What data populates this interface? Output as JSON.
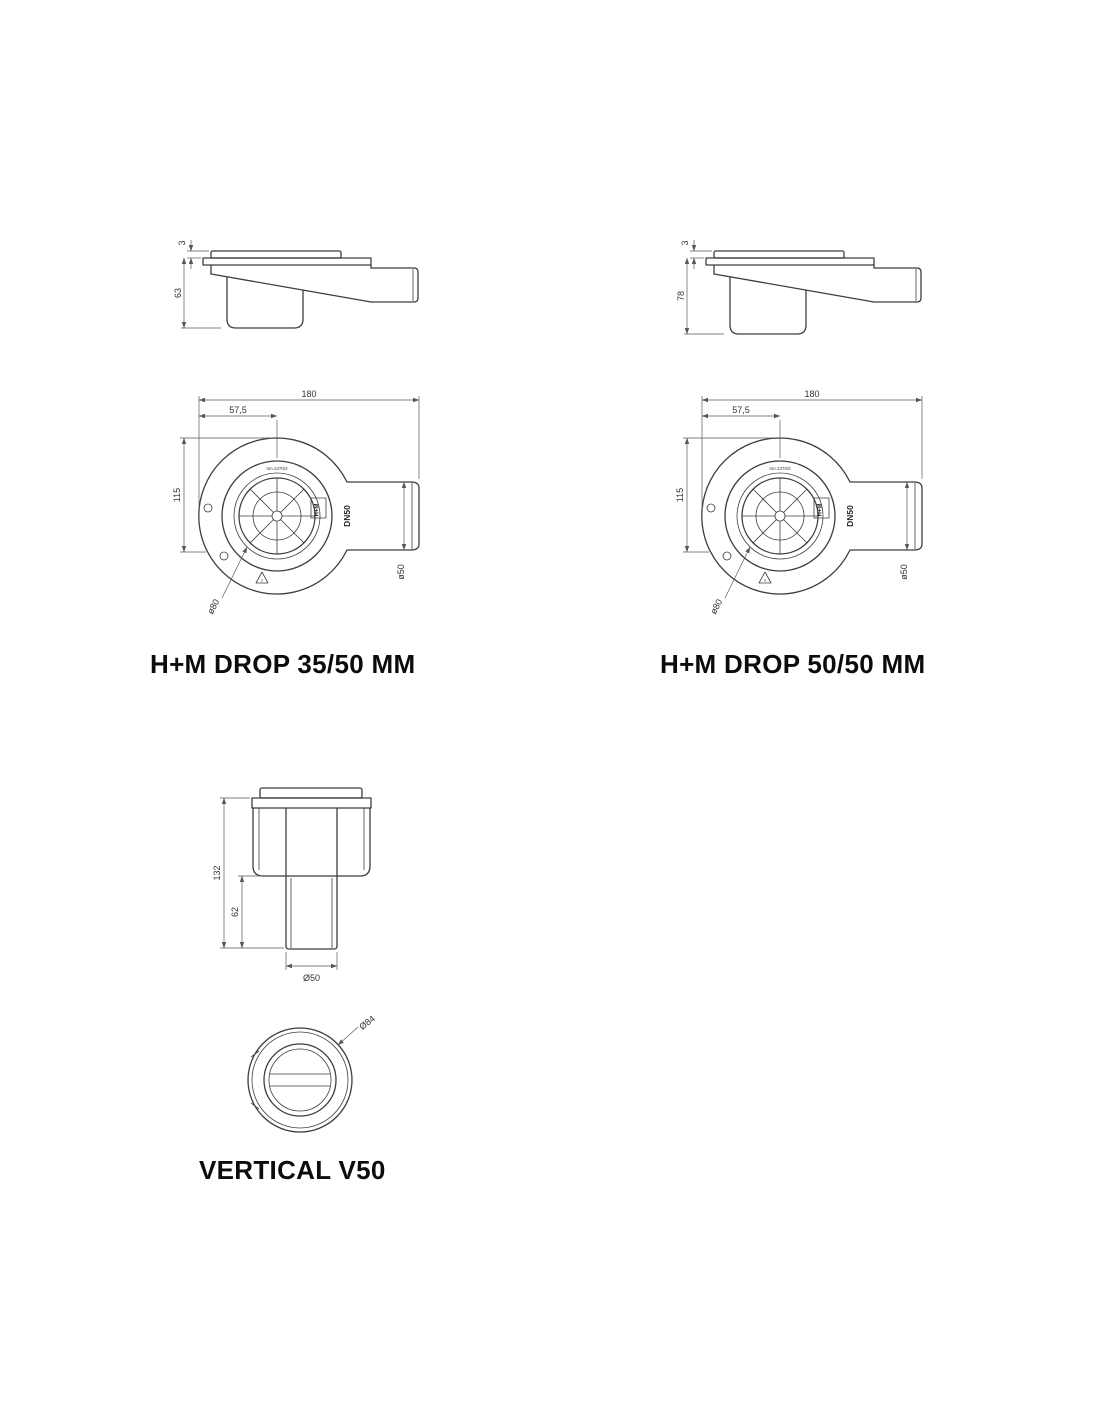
{
  "titles": {
    "drop3550": "H+M DROP 35/50 MM",
    "drop5050": "H+M DROP 50/50 MM",
    "vertical": "VERTICAL V50"
  },
  "drop3550": {
    "side": {
      "lid_thickness": "3",
      "height": "63"
    },
    "top": {
      "width": "180",
      "center_offset": "57,5",
      "depth": "115",
      "outlet_dia": "ø50",
      "grate_dia": "ø80",
      "pipe_label": "DN50",
      "logo": "H+M",
      "approval": "Inn.1370/2",
      "material_mark": "2"
    }
  },
  "drop5050": {
    "side": {
      "lid_thickness": "3",
      "height": "78"
    },
    "top": {
      "width": "180",
      "center_offset": "57,5",
      "depth": "115",
      "outlet_dia": "ø50",
      "grate_dia": "ø80",
      "pipe_label": "DN50",
      "logo": "H+M",
      "approval": "Inn.1370/2",
      "material_mark": "2"
    }
  },
  "vertical": {
    "side": {
      "total_height": "132",
      "pipe_length": "62",
      "outlet_dia": "Ø50"
    },
    "top": {
      "outer_dia": "Ø84"
    }
  },
  "colors": {
    "line": "#3a3f44",
    "dim": "#55595e",
    "text": "#0c0c0c",
    "background": "#ffffff"
  }
}
